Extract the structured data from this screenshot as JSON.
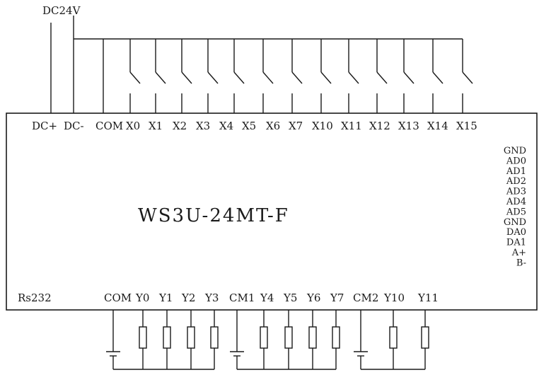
{
  "supply": {
    "label": "DC24V"
  },
  "module": {
    "model": "WS3U-24MT-F"
  },
  "top_terminals": [
    "DC+",
    "DC-",
    "COM",
    "X0",
    "X1",
    "X2",
    "X3",
    "X4",
    "X5",
    "X6",
    "X7",
    "X10",
    "X11",
    "X12",
    "X13",
    "X14",
    "X15"
  ],
  "analog_terminals": [
    "GND",
    "AD0",
    "AD1",
    "AD2",
    "AD3",
    "AD4",
    "AD5",
    "GND",
    "DA0",
    "DA1",
    "A+",
    "B-"
  ],
  "comm_port": {
    "label": "Rs232"
  },
  "bottom_terminals": [
    "COM",
    "Y0",
    "Y1",
    "Y2",
    "Y3",
    "CM1",
    "Y4",
    "Y5",
    "Y6",
    "Y7",
    "CM2",
    "Y10",
    "Y11"
  ]
}
